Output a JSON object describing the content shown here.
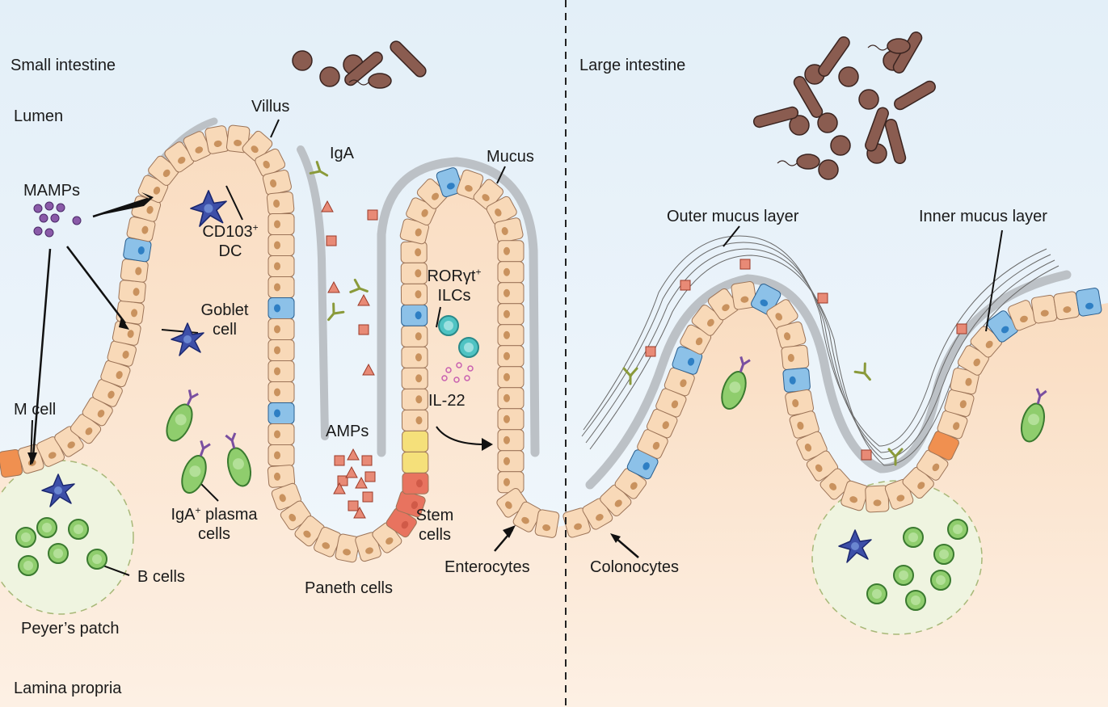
{
  "figure": {
    "sections": {
      "small_intestine": "Small intestine",
      "large_intestine": "Large intestine"
    },
    "regions": {
      "lumen": "Lumen",
      "lamina_propria": "Lamina propria",
      "peyers_patch": "Peyer’s patch"
    },
    "labels": {
      "villus": "Villus",
      "mamps": "MAMPs",
      "cd103_dc_line1": "CD103",
      "cd103_dc_sup": "+",
      "cd103_dc_line2": "DC",
      "goblet_line1": "Goblet",
      "goblet_line2": "cell",
      "m_cell": "M cell",
      "b_cells": "B cells",
      "iga_plasma_line1": "IgA",
      "iga_plasma_sup": "+",
      "iga_plasma_line1b": " plasma",
      "iga_plasma_line2": "cells",
      "iga": "IgA",
      "mucus": "Mucus",
      "ror_line1": "RORγt",
      "ror_sup": "+",
      "ror_line2": "ILCs",
      "il22": "IL-22",
      "amps": "AMPs",
      "stem_line1": "Stem",
      "stem_line2": "cells",
      "paneth": "Paneth cells",
      "enterocytes": "Enterocytes",
      "colonocytes": "Colonocytes",
      "outer_mucus": "Outer mucus layer",
      "inner_mucus": "Inner mucus layer"
    },
    "colors": {
      "lumen": "#e6f1f9",
      "tissue": "#fbe3cc",
      "epithelium": "#f8d9b8",
      "cell_border": "#9c7458",
      "nucleus": "#c9925e",
      "goblet": "#8cc1e8",
      "goblet_nucleus": "#2e7fc4",
      "mucus": "#b8bcc0",
      "bacteria": "#8a5c50",
      "bcell": "#8fcd6d",
      "bcell_border": "#3a7a2f",
      "dc": "#3d4fa8",
      "paneth": "#e8735f",
      "stem": "#f5e07a",
      "m_cell": "#f09050",
      "amp": "#e88a76",
      "iga_antibody": "#8a9a3a",
      "ilc": "#4fc3c3",
      "mamp": "#8a5aa8"
    }
  }
}
